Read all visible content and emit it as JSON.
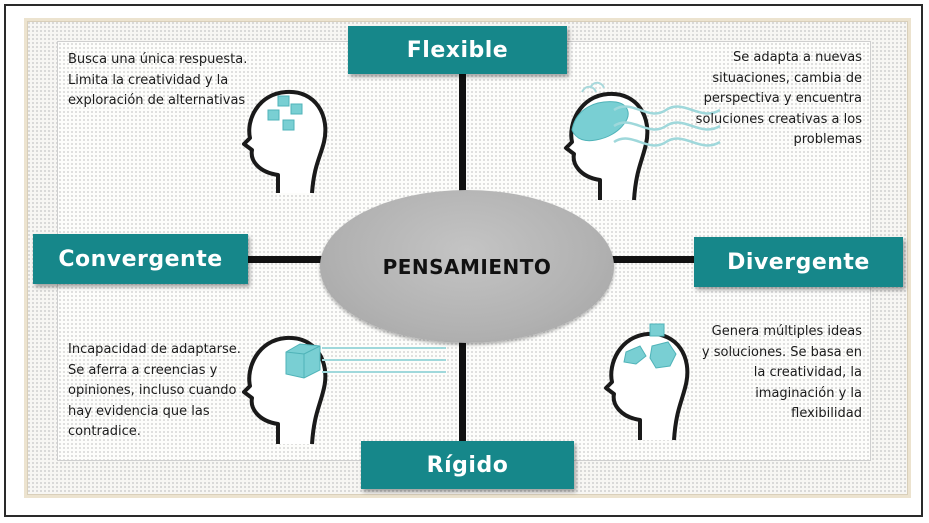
{
  "center_label": "PENSAMIENTO",
  "labels": {
    "top": "Flexible",
    "bottom": "Rígido",
    "left": "Convergente",
    "right": "Divergente"
  },
  "descriptions": {
    "top_left": "Busca una única respuesta. Limita la creatividad y la exploración de alternativas",
    "top_right": "Se adapta a nuevas situaciones, cambia de perspectiva y encuentra soluciones creativas a los problemas",
    "bottom_left": "Incapacidad de adaptarse. Se aferra a creencias y opiniones, incluso cuando hay evidencia que las contradice.",
    "bottom_right": "Genera múltiples ideas y soluciones. Se basa en la creatividad, la imaginación y la flexibilidad"
  },
  "colors": {
    "label_bg": "#16878a",
    "accent_icon": "#7fd3d6",
    "ellipse": "#b2b2b2"
  },
  "icons": {
    "top_left": "head-with-small-cubes-icon",
    "top_right": "head-with-flowing-waves-icon",
    "bottom_left": "head-with-cube-icon",
    "bottom_right": "head-with-puzzle-pieces-icon"
  }
}
